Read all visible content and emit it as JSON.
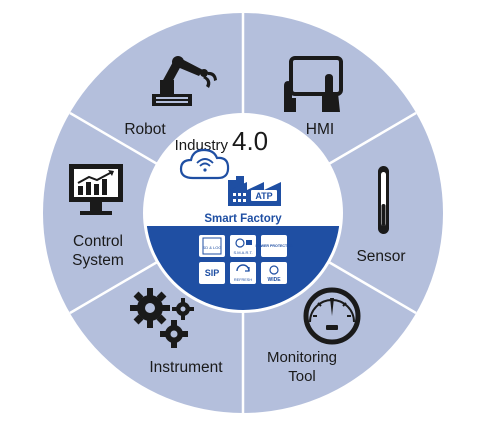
{
  "center": {
    "title_prefix": "Industry",
    "title_version": "4.0",
    "subtitle": "Smart Factory",
    "factory_badge": "ATP",
    "product_icons": [
      {
        "name": "sd-lite-icon",
        "text": "SD & LOG"
      },
      {
        "name": "smart-icon",
        "text": "S.M.A.R.T."
      },
      {
        "name": "power-protector-icon",
        "text": "POWER PROTECTOR"
      },
      {
        "name": "sip-icon",
        "text": "SIP"
      },
      {
        "name": "refresh-icon",
        "text": "REFRESH"
      },
      {
        "name": "wide-temperature-icon",
        "text": "WIDE"
      }
    ]
  },
  "segments": [
    {
      "id": "robot",
      "label": "Robot",
      "icon": "robot-arm-icon"
    },
    {
      "id": "hmi",
      "label": "HMI",
      "icon": "touch-tablet-icon"
    },
    {
      "id": "sensor",
      "label": "Sensor",
      "icon": "thermometer-icon"
    },
    {
      "id": "monitoring",
      "label_line1": "Monitoring",
      "label_line2": "Tool",
      "icon": "gauge-icon"
    },
    {
      "id": "instrument",
      "label": "Instrument",
      "icon": "gears-icon"
    },
    {
      "id": "control",
      "label_line1": "Control",
      "label_line2": "System",
      "icon": "monitor-chart-icon"
    }
  ],
  "colors": {
    "ring": "#b4bfdc",
    "divider": "#ffffff",
    "icon": "#1a1a1a",
    "center_bottom": "#1f4fa3",
    "center_top": "#ffffff",
    "accent_blue": "#1f4fa3"
  }
}
